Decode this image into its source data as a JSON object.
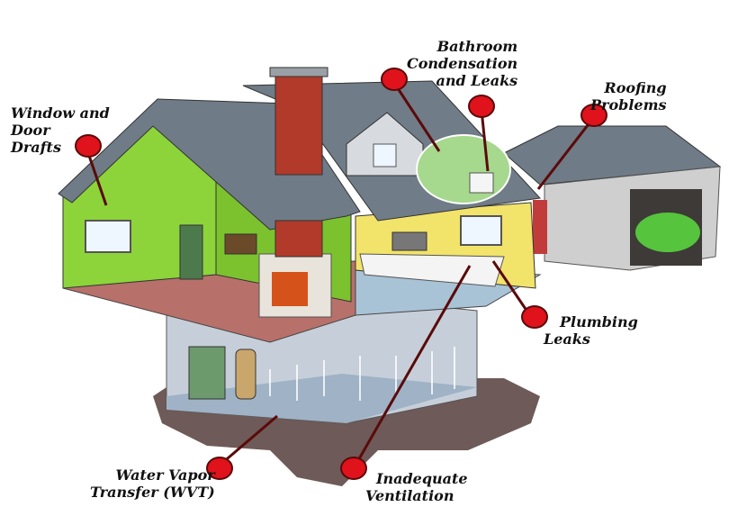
{
  "labels": {
    "window_drafts": [
      "Window and",
      "Door",
      "Drafts"
    ],
    "bathroom": [
      "Bathroom",
      "Condensation",
      "and Leaks"
    ],
    "roofing": [
      "Roofing",
      "Problems"
    ],
    "plumbing": [
      "Plumbing",
      "Leaks"
    ],
    "wvt": [
      "Water Vapor",
      "Transfer (WVT)"
    ],
    "ventilation": [
      "Inadequate",
      "Ventilation"
    ]
  },
  "colors": {
    "pin": "#e0121c",
    "pin_line": "#5a0a0a",
    "roof": "#6f7b86",
    "green_wall": "#8cd43a",
    "yellow_wall": "#f2e36a",
    "floor_red": "#b8706a",
    "basement": "#b9c3cf",
    "chimney": "#b23a2a",
    "garage": "#c9c9c9",
    "dirt": "#6e5a58"
  },
  "icons": [
    "pin-icon",
    "fireplace-icon",
    "car-icon",
    "furnace-icon",
    "water-heater-icon"
  ]
}
